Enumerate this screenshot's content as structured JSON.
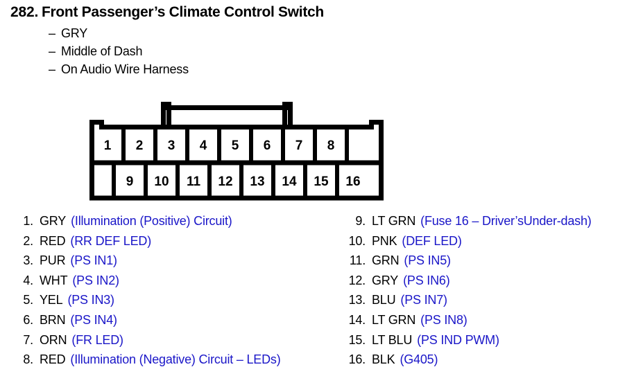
{
  "header": {
    "entry_number": "282.",
    "title": "Front Passenger’s Climate Control Switch",
    "dash": "–",
    "sublines": [
      "GRY",
      "Middle of Dash",
      "On Audio Wire Harness"
    ]
  },
  "connector": {
    "name": "16-pin-connector-diagram",
    "top_row_pins": [
      "1",
      "2",
      "3",
      "4",
      "5",
      "6",
      "7",
      "8"
    ],
    "bottom_row_pins": [
      "9",
      "10",
      "11",
      "12",
      "13",
      "14",
      "15",
      "16"
    ],
    "has_top_latch": true,
    "has_left_notch": true,
    "has_right_notch": true,
    "line_color": "#000000",
    "fill_color": "#ffffff"
  },
  "colors": {
    "text": "#000000",
    "description": "#1a16c8",
    "background": "#ffffff"
  },
  "pins": {
    "left": [
      {
        "num": "1.",
        "color": "GRY",
        "desc": "(Illumination (Positive) Circuit)"
      },
      {
        "num": "2.",
        "color": "RED",
        "desc": "(RR DEF LED)"
      },
      {
        "num": "3.",
        "color": "PUR",
        "desc": "(PS IN1)"
      },
      {
        "num": "4.",
        "color": "WHT",
        "desc": "(PS IN2)"
      },
      {
        "num": "5.",
        "color": "YEL",
        "desc": "(PS IN3)"
      },
      {
        "num": "6.",
        "color": "BRN",
        "desc": "(PS IN4)"
      },
      {
        "num": "7.",
        "color": "ORN",
        "desc": "(FR LED)"
      },
      {
        "num": "8.",
        "color": "RED",
        "desc": "(Illumination (Negative) Circuit – LEDs)"
      }
    ],
    "right": [
      {
        "num": "9.",
        "color": "LT GRN",
        "desc": "(Fuse 16 – Driver’sUnder-dash)"
      },
      {
        "num": "10.",
        "color": "PNK",
        "desc": "(DEF LED)"
      },
      {
        "num": "11.",
        "color": "GRN",
        "desc": "(PS IN5)"
      },
      {
        "num": "12.",
        "color": "GRY",
        "desc": "(PS IN6)"
      },
      {
        "num": "13.",
        "color": "BLU",
        "desc": "(PS IN7)"
      },
      {
        "num": "14.",
        "color": "LT GRN",
        "desc": "(PS IN8)"
      },
      {
        "num": "15.",
        "color": "LT BLU",
        "desc": "(PS IND PWM)"
      },
      {
        "num": "16.",
        "color": "BLK",
        "desc": "(G405)"
      }
    ]
  }
}
